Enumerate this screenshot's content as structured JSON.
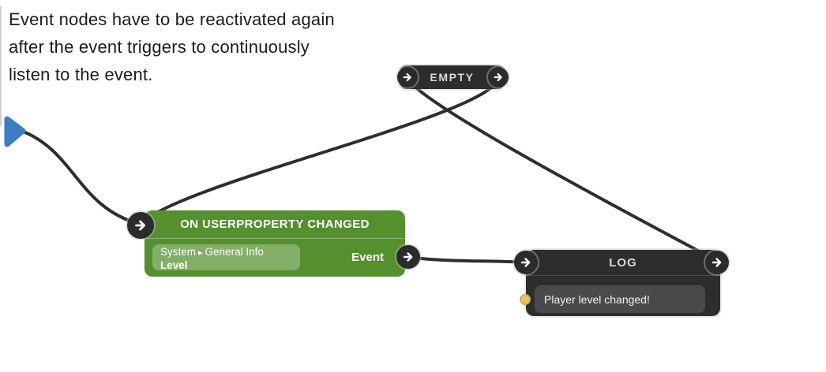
{
  "annotation": {
    "line1": "Event nodes have to be reactivated again",
    "line2": "after the event triggers to continuously",
    "line3": "listen to the event."
  },
  "nodes": {
    "empty": {
      "title": "EMPTY"
    },
    "on_userproperty_changed": {
      "title": "ON USERPROPERTY CHANGED",
      "property_source": "System",
      "property_separator": "▸",
      "property_category": "General Info",
      "property_name": "Level",
      "output_port_label": "Event"
    },
    "log": {
      "title": "LOG",
      "message": "Player level changed!"
    }
  },
  "colors": {
    "wire": "#2e2e2e",
    "start_marker_blue": "#3b7dc0",
    "event_node_green": "#55902f",
    "node_dark": "#2d2d2d",
    "value_port_yellow": "#eac469"
  }
}
